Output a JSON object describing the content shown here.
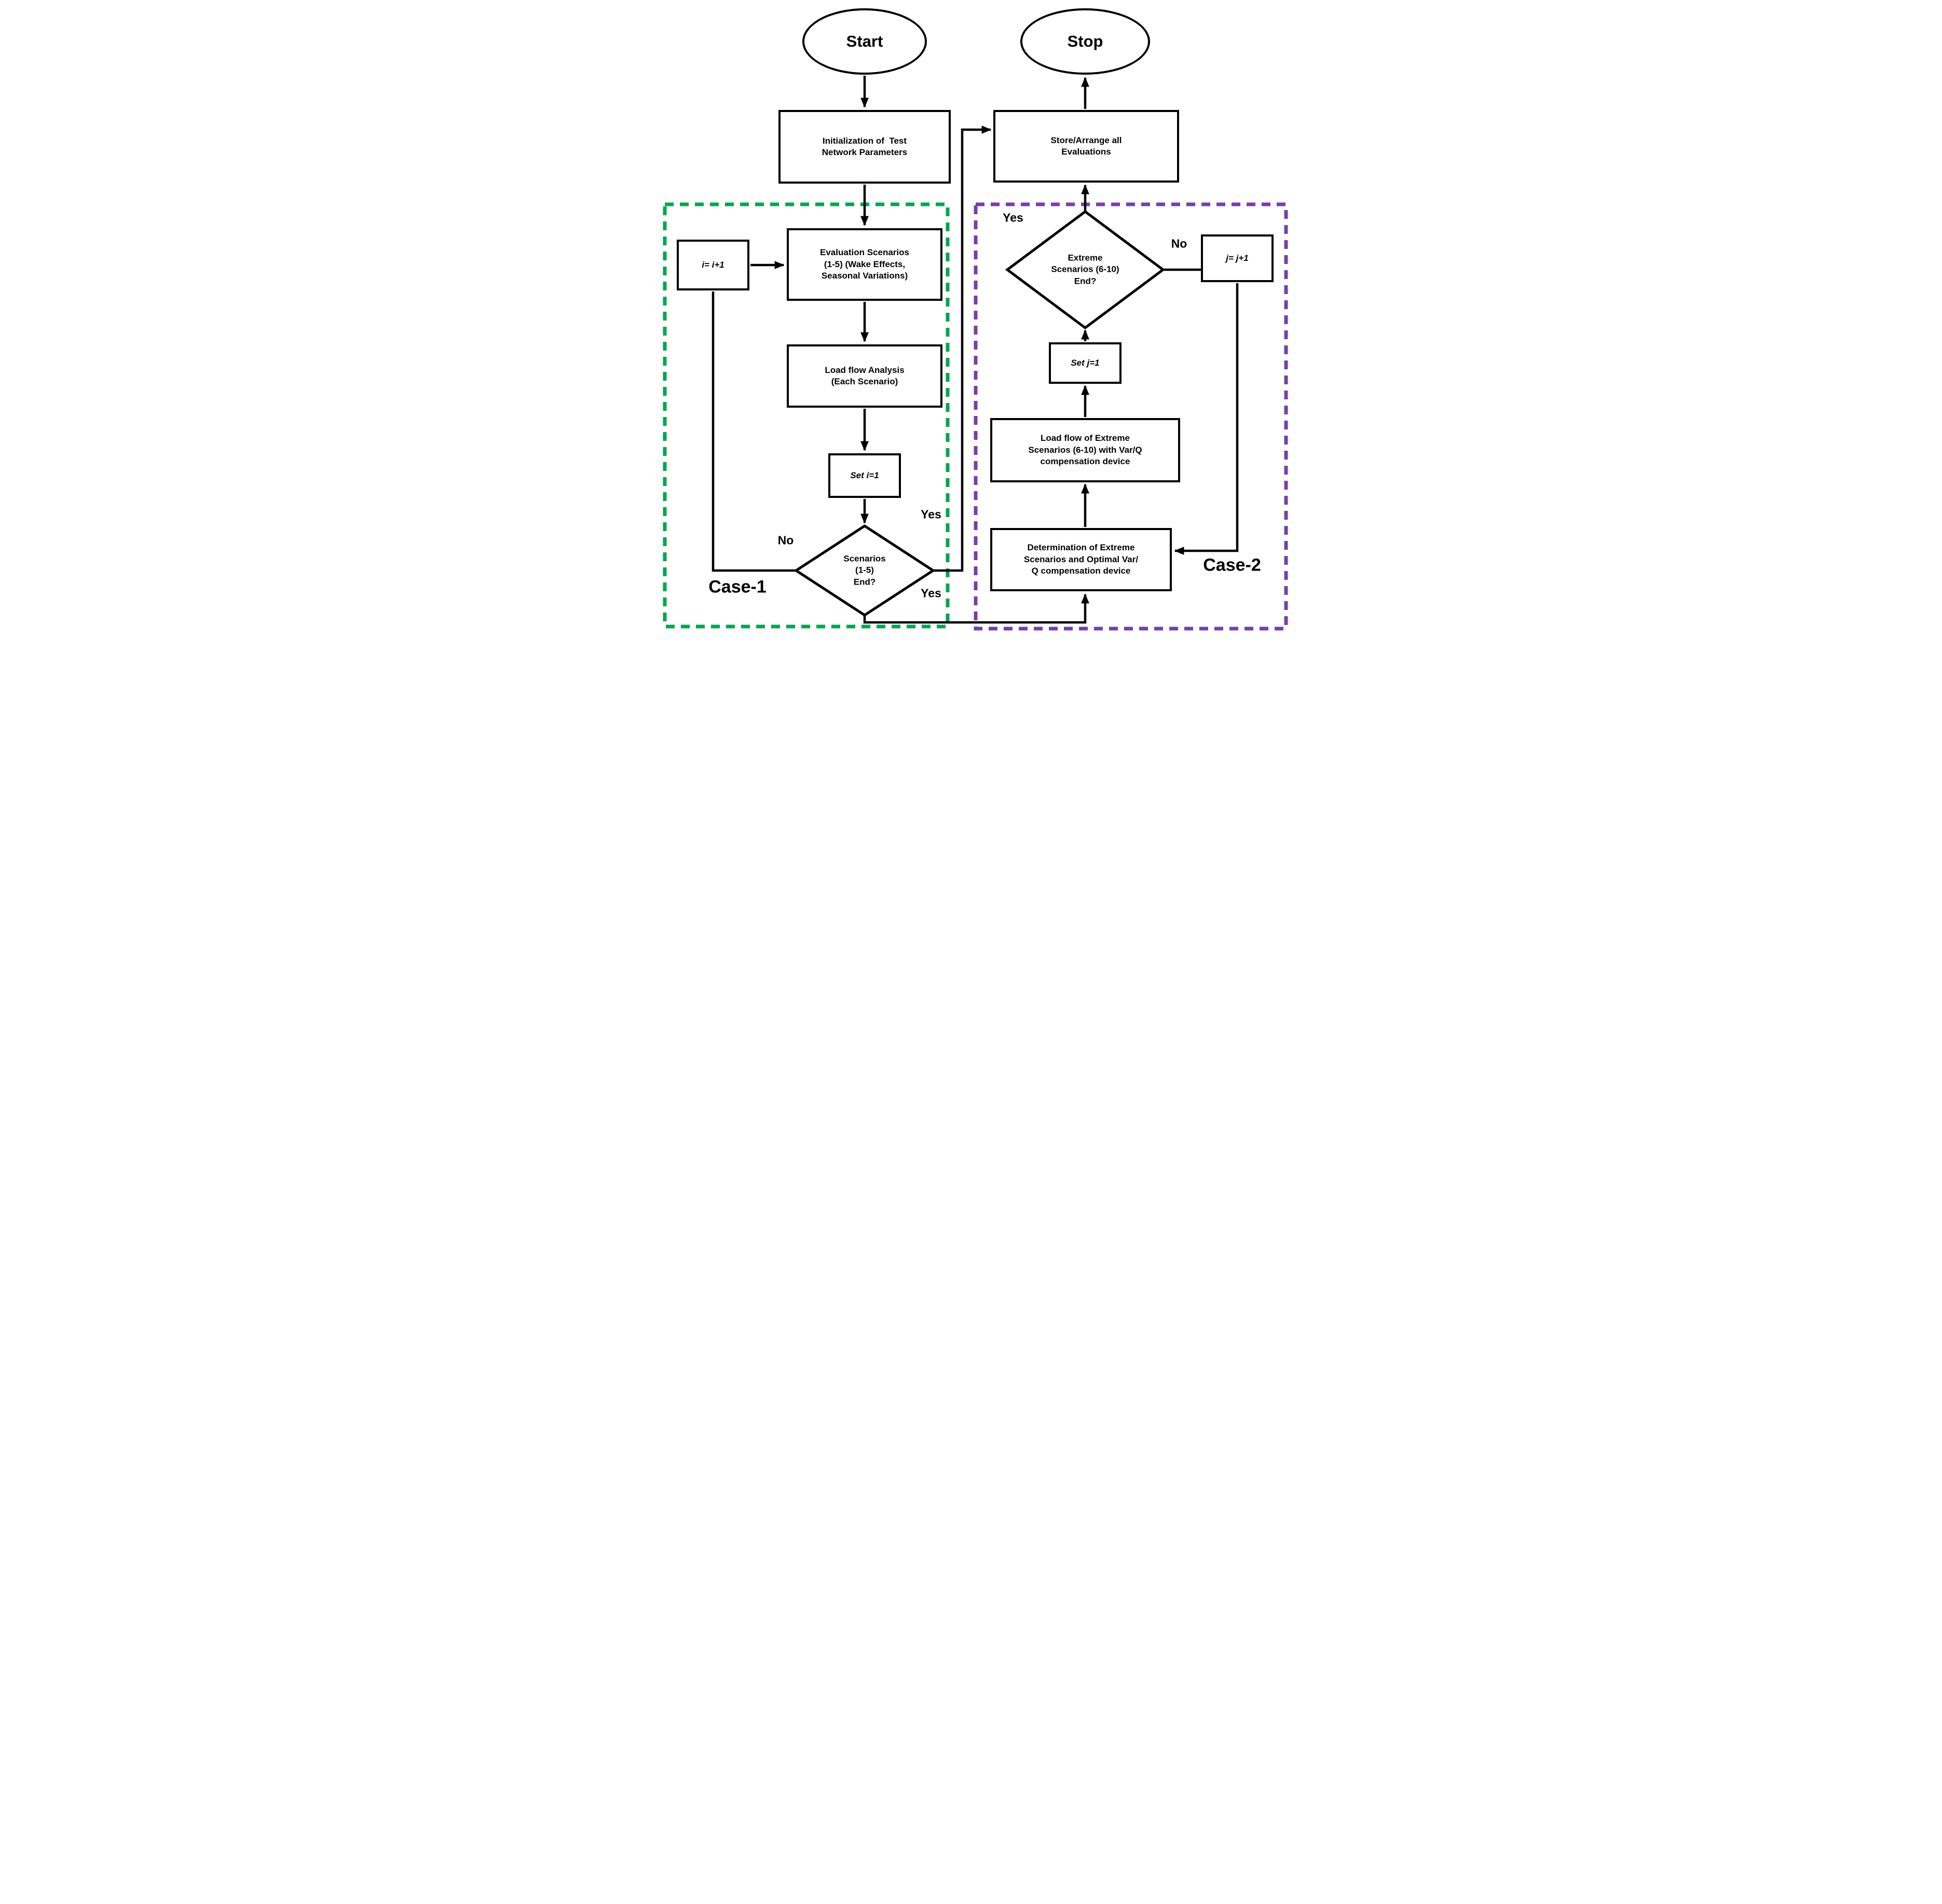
{
  "nodes": {
    "start": {
      "label": "Start"
    },
    "stop": {
      "label": "Stop"
    },
    "init": {
      "lines": [
        "Initialization of  Test",
        "Network Parameters"
      ]
    },
    "store": {
      "lines": [
        "Store/Arrange all",
        "Evaluations"
      ]
    },
    "i_increment": {
      "label": "i= i+1"
    },
    "eval_scenarios": {
      "lines": [
        "Evaluation Scenarios",
        "(1-5) (Wake Effects,",
        "Seasonal Variations)"
      ]
    },
    "load_flow": {
      "lines": [
        "Load flow Analysis",
        "(Each Scenario)"
      ]
    },
    "set_i": {
      "label": "Set i=1"
    },
    "scenarios_decision": {
      "lines": [
        "Scenarios",
        "(1-5)",
        "End?"
      ]
    },
    "extreme_decision": {
      "lines": [
        "Extreme",
        "Scenarios (6-10)",
        "End?"
      ]
    },
    "j_increment": {
      "label": "j= j+1"
    },
    "set_j": {
      "label": "Set j=1"
    },
    "load_flow_extreme": {
      "lines": [
        "Load flow of Extreme",
        "Scenarios (6-10) with Var/Q",
        "compensation device"
      ]
    },
    "determination": {
      "lines": [
        "Determination of Extreme",
        "Scenarios and Optimal Var/",
        "Q compensation device"
      ]
    }
  },
  "edge_labels": {
    "scenarios_no": "No",
    "scenarios_yes_right": "Yes",
    "scenarios_yes_bottom": "Yes",
    "extreme_yes": "Yes",
    "extreme_no": "No"
  },
  "regions": {
    "case1": "Case-1",
    "case2": "Case-2"
  },
  "colors": {
    "case1_border": "#00a651",
    "case2_border": "#7640a8",
    "stroke": "#000000",
    "background": "#ffffff"
  }
}
